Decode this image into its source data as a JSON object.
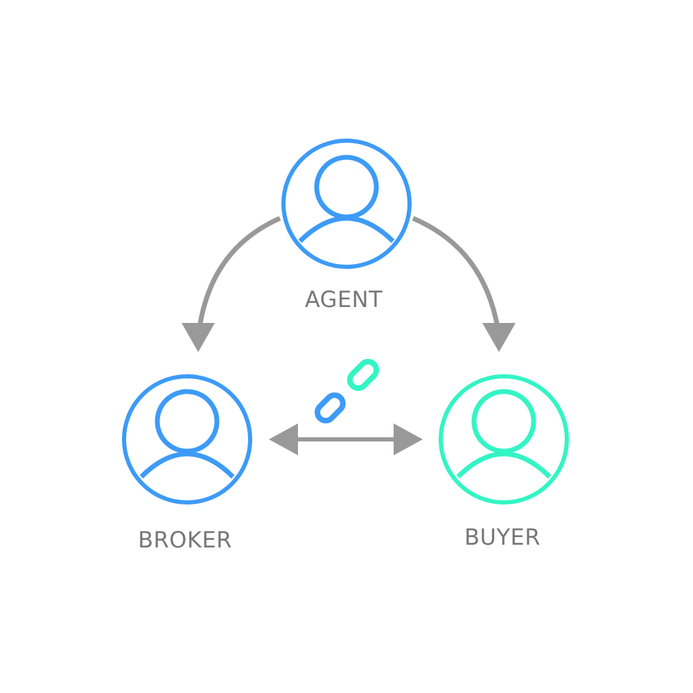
{
  "diagram": {
    "nodes": {
      "agent": {
        "label": "AGENT",
        "icon": "user-icon",
        "color": "#3d9bf7"
      },
      "broker": {
        "label": "BROKER",
        "icon": "user-icon",
        "color": "#3d9bf7"
      },
      "buyer": {
        "label": "BUYER",
        "icon": "user-icon",
        "color": "#33f5c4"
      }
    },
    "edges": [
      {
        "from": "agent",
        "to": "broker",
        "style": "curved-arrow"
      },
      {
        "from": "agent",
        "to": "buyer",
        "style": "curved-arrow"
      },
      {
        "from": "broker",
        "to": "buyer",
        "style": "double-arrow"
      }
    ],
    "link_icon": {
      "icon": "chain-link-icon",
      "colors": [
        "#3d9bf7",
        "#33f5c4"
      ]
    },
    "arrow_color": "#999999"
  }
}
